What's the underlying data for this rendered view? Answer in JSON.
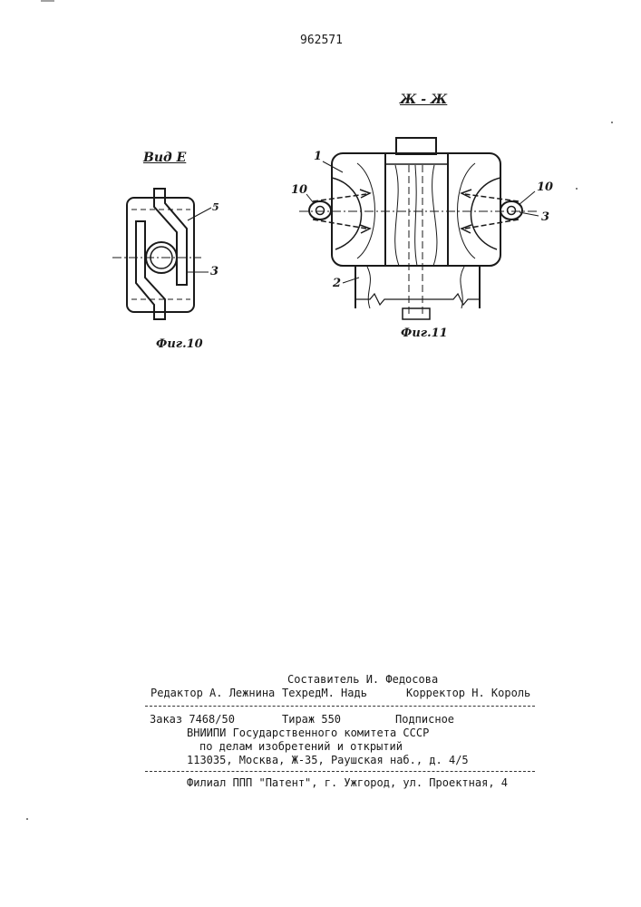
{
  "header": {
    "patent_number": "962571"
  },
  "figure10": {
    "view_label": "Вид Е",
    "caption": "Фиг.10",
    "callouts": [
      "5",
      "3"
    ]
  },
  "figure11": {
    "section_label": "Ж - Ж",
    "caption": "Фиг.11",
    "callouts": [
      "1",
      "10",
      "10",
      "3",
      "2"
    ]
  },
  "imprint": {
    "compiler": "Составитель И. Федосова",
    "editor": "Редактор А. Лежнина",
    "techred": "ТехредМ. Надь",
    "corrector": "Корректор Н. Король",
    "order": "Заказ 7468/50",
    "circulation": "Тираж 550",
    "subscription": "Подписное",
    "org_line1": "ВНИИПИ Государственного комитета СССР",
    "org_line2": "по делам изобретений и открытий",
    "address": "113035, Москва, Ж-35, Раушская наб., д. 4/5",
    "branch": "Филиал ППП \"Патент\", г. Ужгород, ул. Проектная, 4"
  }
}
